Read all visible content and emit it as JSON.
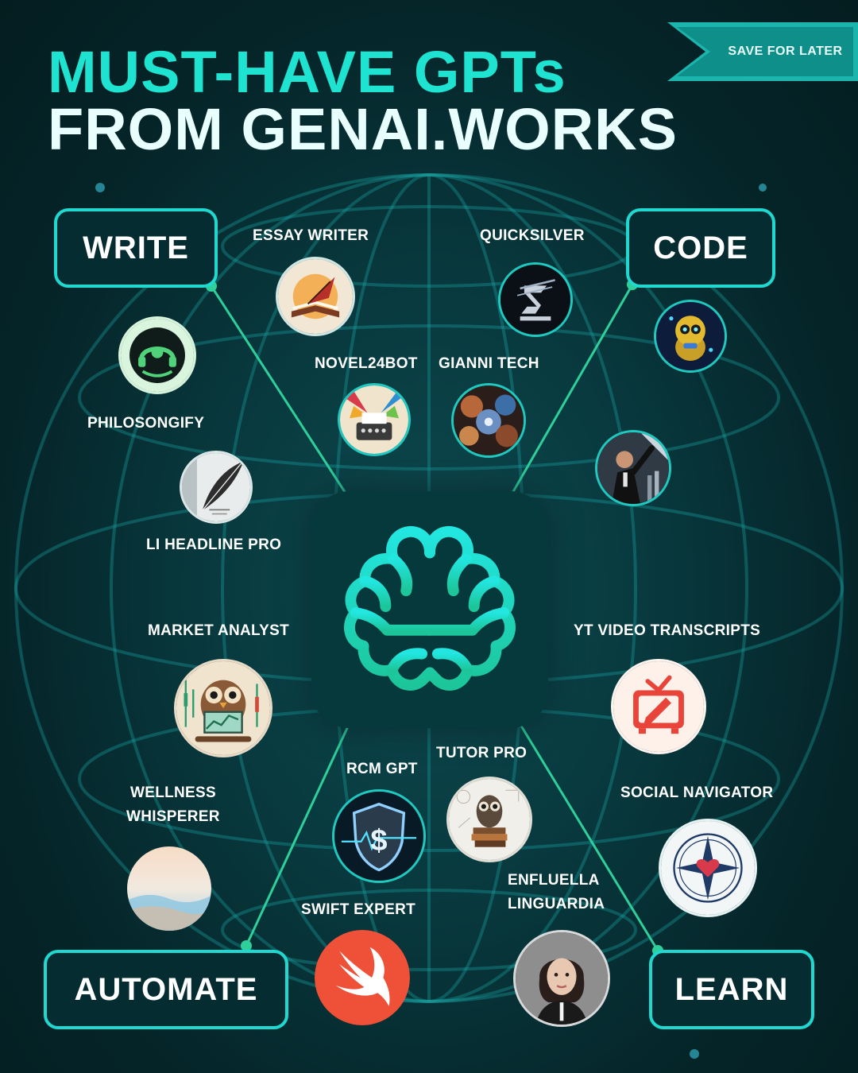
{
  "header": {
    "title_line1": "MUST-HAVE GPTs",
    "title_line2": "FROM GENAI.WORKS",
    "ribbon_label": "SAVE FOR LATER"
  },
  "categories": {
    "write": "WRITE",
    "code": "CODE",
    "automate": "AUTOMATE",
    "learn": "LEARN"
  },
  "gpts": {
    "essay_writer": "ESSAY WRITER",
    "quicksilver": "QUICKSILVER",
    "philosongify": "PHILOSONGIFY",
    "novel24bot": "NOVEL24BOT",
    "gianni_tech": "GIANNI TECH",
    "li_headline_pro": "LI HEADLINE PRO",
    "market_analyst": "MARKET ANALYST",
    "yt_video_transcripts": "YT VIDEO TRANSCRIPTS",
    "wellness_whisperer_line1": "WELLNESS",
    "wellness_whisperer_line2": "WHISPERER",
    "rcm_gpt": "RCM GPT",
    "tutor_pro": "TUTOR PRO",
    "social_navigator": "SOCIAL NAVIGATOR",
    "enfluella_line1": "ENFLUELLA",
    "enfluella_line2": "LINGUARDIA",
    "swift_expert": "SWIFT EXPERT"
  },
  "icons": {
    "center": "brain-icon",
    "philosongify": "headphones-logo-icon",
    "essay_writer": "quill-book-icon",
    "quicksilver": "quicksilver-logo-icon",
    "novel24bot": "typewriter-icon",
    "gianni_tech": "spheres-icon",
    "code_robot": "robot-icon",
    "businessman": "businessman-icon",
    "li_headline_pro": "feather-icon",
    "market_analyst": "owl-chart-icon",
    "yt_video_transcripts": "tv-pencil-icon",
    "wellness_whisperer": "sky-icon",
    "rcm_gpt": "shield-dollar-icon",
    "tutor_pro": "owl-books-icon",
    "social_navigator": "compass-heart-icon",
    "enfluella": "woman-portrait-icon",
    "swift_expert": "swift-logo-icon"
  },
  "colors": {
    "accent": "#1de3d0",
    "border": "#1fd8d0",
    "background": "#062a2e",
    "connector": "#2ecf9a",
    "swift": "#ef5138",
    "tv_red": "#e8443a"
  }
}
